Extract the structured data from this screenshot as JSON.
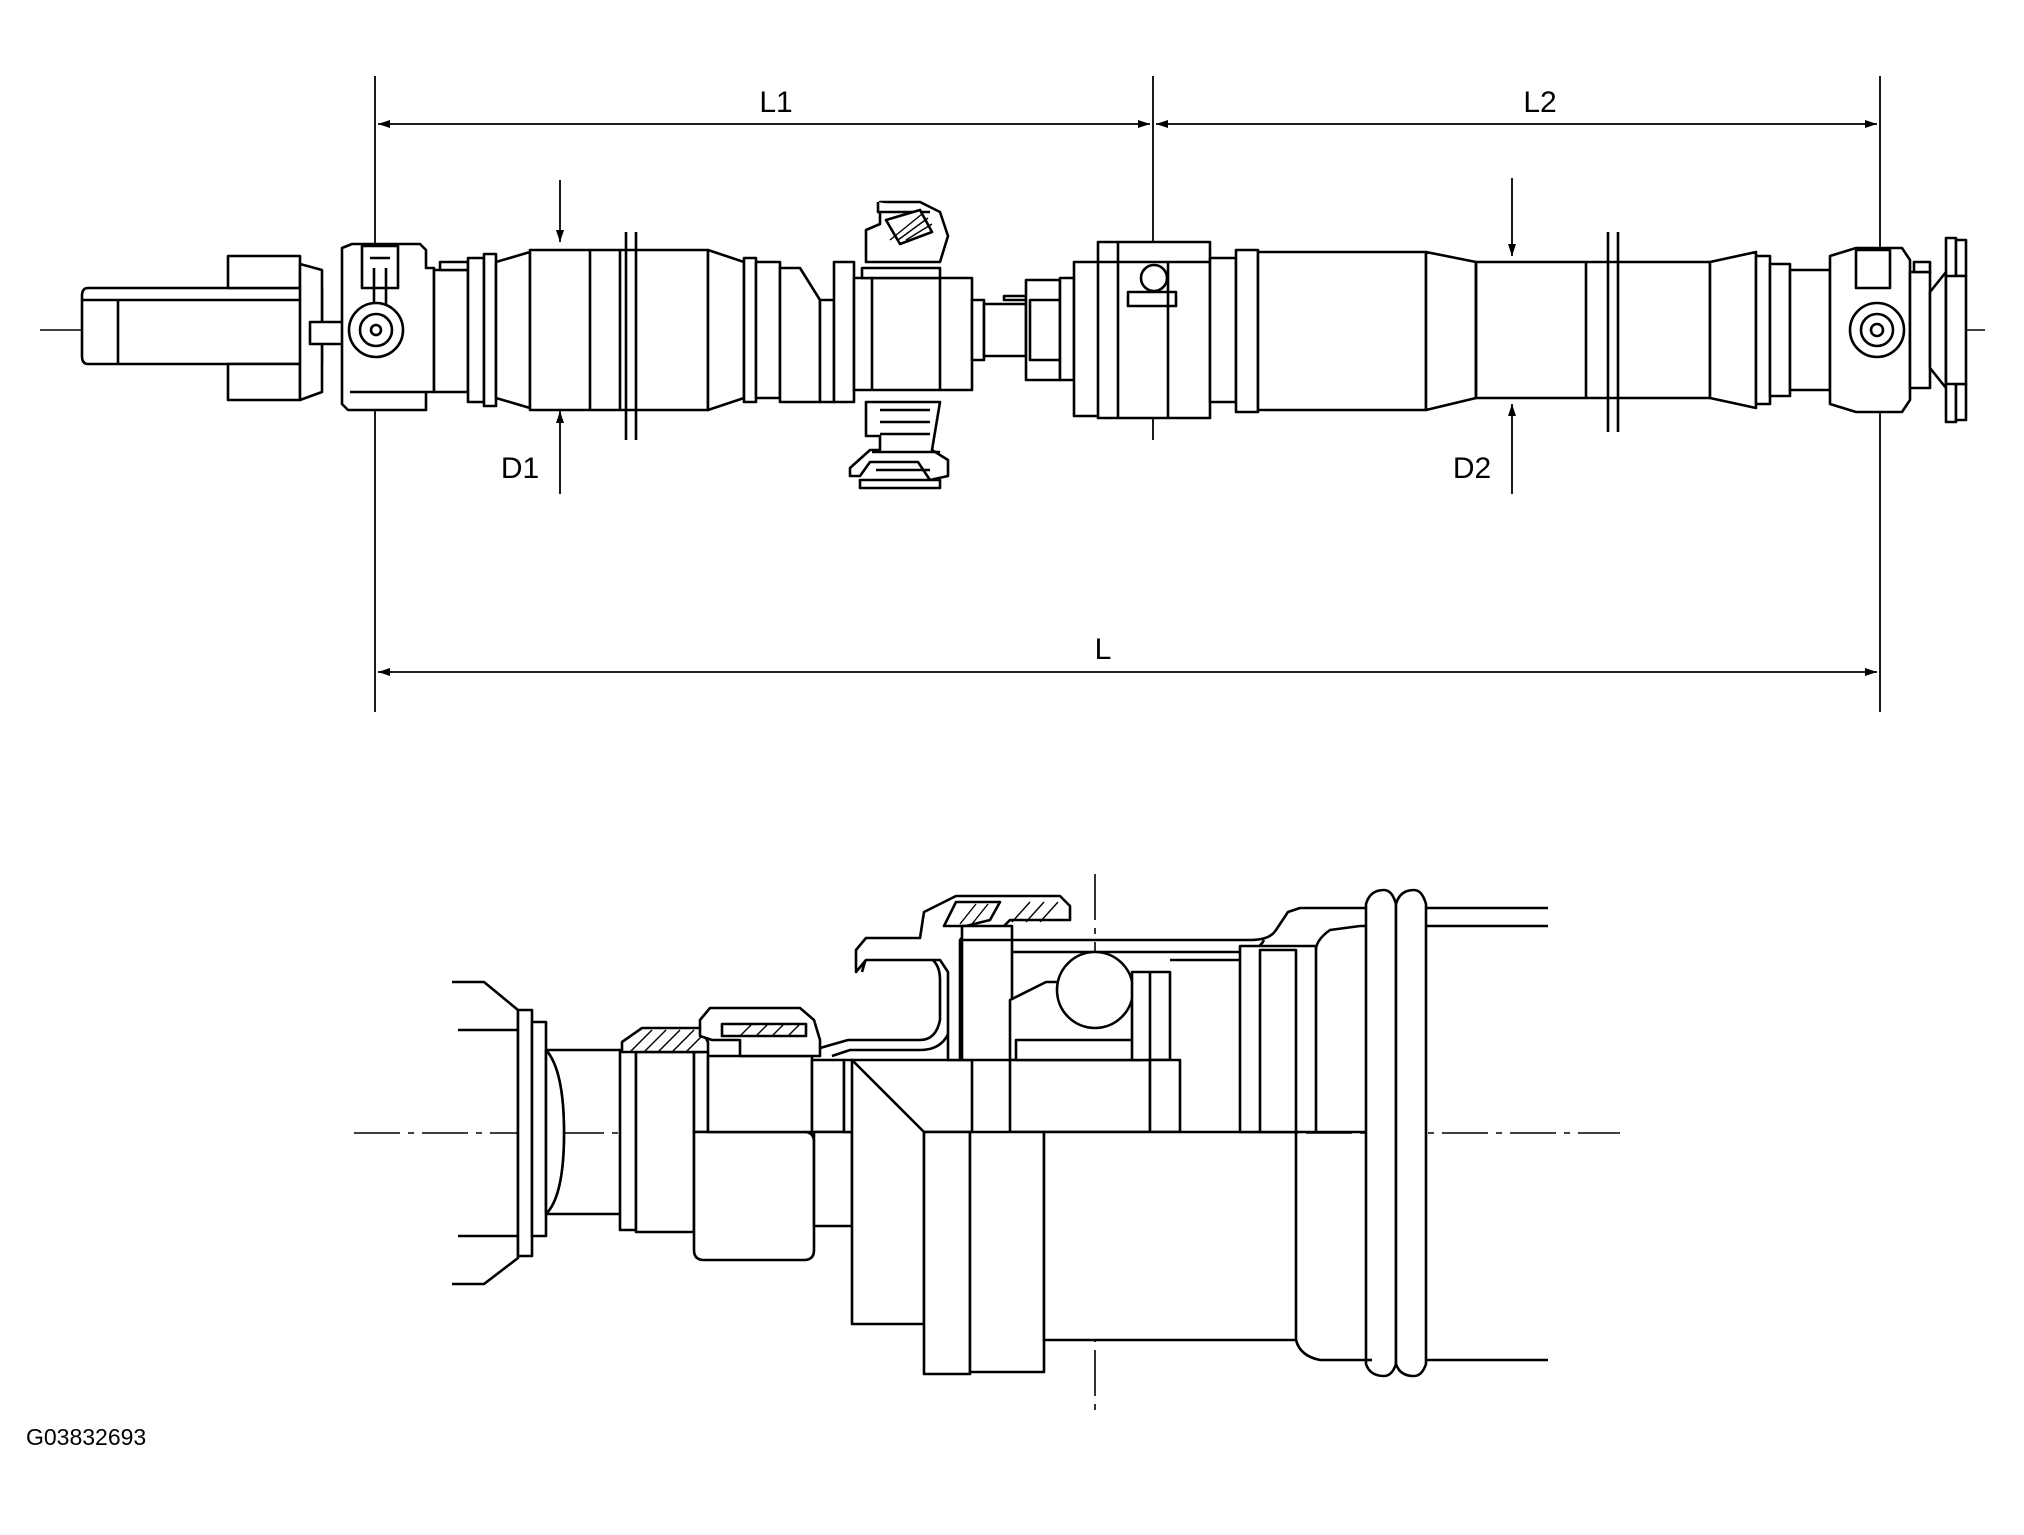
{
  "figure": {
    "labels": {
      "overall_length": "L",
      "front_length": "L1",
      "rear_length": "L2",
      "front_diameter": "D1",
      "rear_diameter": "D2"
    },
    "figure_code": "G03832693",
    "colors": {
      "line": "#000000",
      "background": "#ffffff"
    }
  }
}
